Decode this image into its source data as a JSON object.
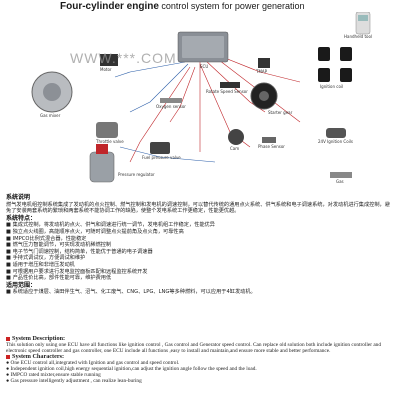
{
  "title": {
    "bold": "Four-cylinder engine",
    "rest": " control system for power generation"
  },
  "watermark": "WWW.***.COM",
  "diagram_labels": {
    "handheld": "Handheld tool",
    "ecu": "ECU",
    "ignition_coil": "Ignition coil",
    "tmap": "TMAP",
    "rotate_sensor": "Rotate Speed Sensor",
    "starter_gear": "Starter gear",
    "cam": "Cam",
    "phase_sensor": "Phase Sensor",
    "lambda": "Oxygen sensor",
    "throttle": "Throttle valve",
    "gas_mixer": "Gas mixer",
    "fuel_valve": "Fuel pressure valve",
    "pressure_reg": "Pressure regulator",
    "gas": "Gas",
    "coil_24v": "24V Ignition Coils",
    "motor": "Motor"
  },
  "cn": {
    "sys_title": "系统说明",
    "sys_body": "燃气发电机组控制系统集成了发动机的点火控制、燃气控制和发电机的调速控制，可以替代传统的通用点火系统、供气系统和电子调速系统，对发动机进行集成控制，避免了安装两套系统的繁琐和两套系统不能协调工作的缺陷，使整个发电系统工作更稳定，性能更优越。",
    "feat_title": "系统特点：",
    "features": [
      "集成式控制，将发动机的点火、供气和调速进行统一调节，发电机组工作稳定，性能优异",
      "独立点火线圈，高能顺序点火，可随时调整点火提前角及点火角，可靠性高",
      "IMPCO比例式混合器，性能稳定",
      "燃气压力智能调节，可实现发动机稀燃控制",
      "电子节气门调速控制，结构简单，性能优于普通的电子调速器",
      "手持式调试仪，方便调试和维护",
      "适用于增压和非增压发动机",
      "可根据用户要求进行发电监控面板匹配和远程监控系统开发",
      "产品性价比高，部件性能可靠，维护费用低"
    ],
    "scope_title": "适用范围：",
    "scope_body": "■ 系统适应于煤层、油田伴生气、沼气、化工废气、CNG、LPG、LNG等多种燃料，可以应用于4缸发动机。"
  },
  "en": {
    "desc_title": "System Description:",
    "desc_body": "This solution only using one ECU have all functions like ignition control , Gas control and Generator speed control. Can replace old solution both include ignition controller and electronic speed controller and gas controller, one ECU include all functions ,easy to install and maintain,and ensure more stable and better performance.",
    "char_title": "System Characters:",
    "chars": [
      "One ECU control all,integrated with Ignition and gas control and speed control.",
      "Independent ignition coil,high energy sequential ignition,can adjust the ignition angle follow the speed and the load.",
      "IMPCO rated mixter,ensure stable running",
      "Gas pressure intelligently adjustment , can realize lean-buring"
    ]
  },
  "colors": {
    "ecu": "#8a8f96",
    "coil": "#1a1a1a",
    "line_red": "#c0262a",
    "line_blue": "#2a5da8"
  }
}
